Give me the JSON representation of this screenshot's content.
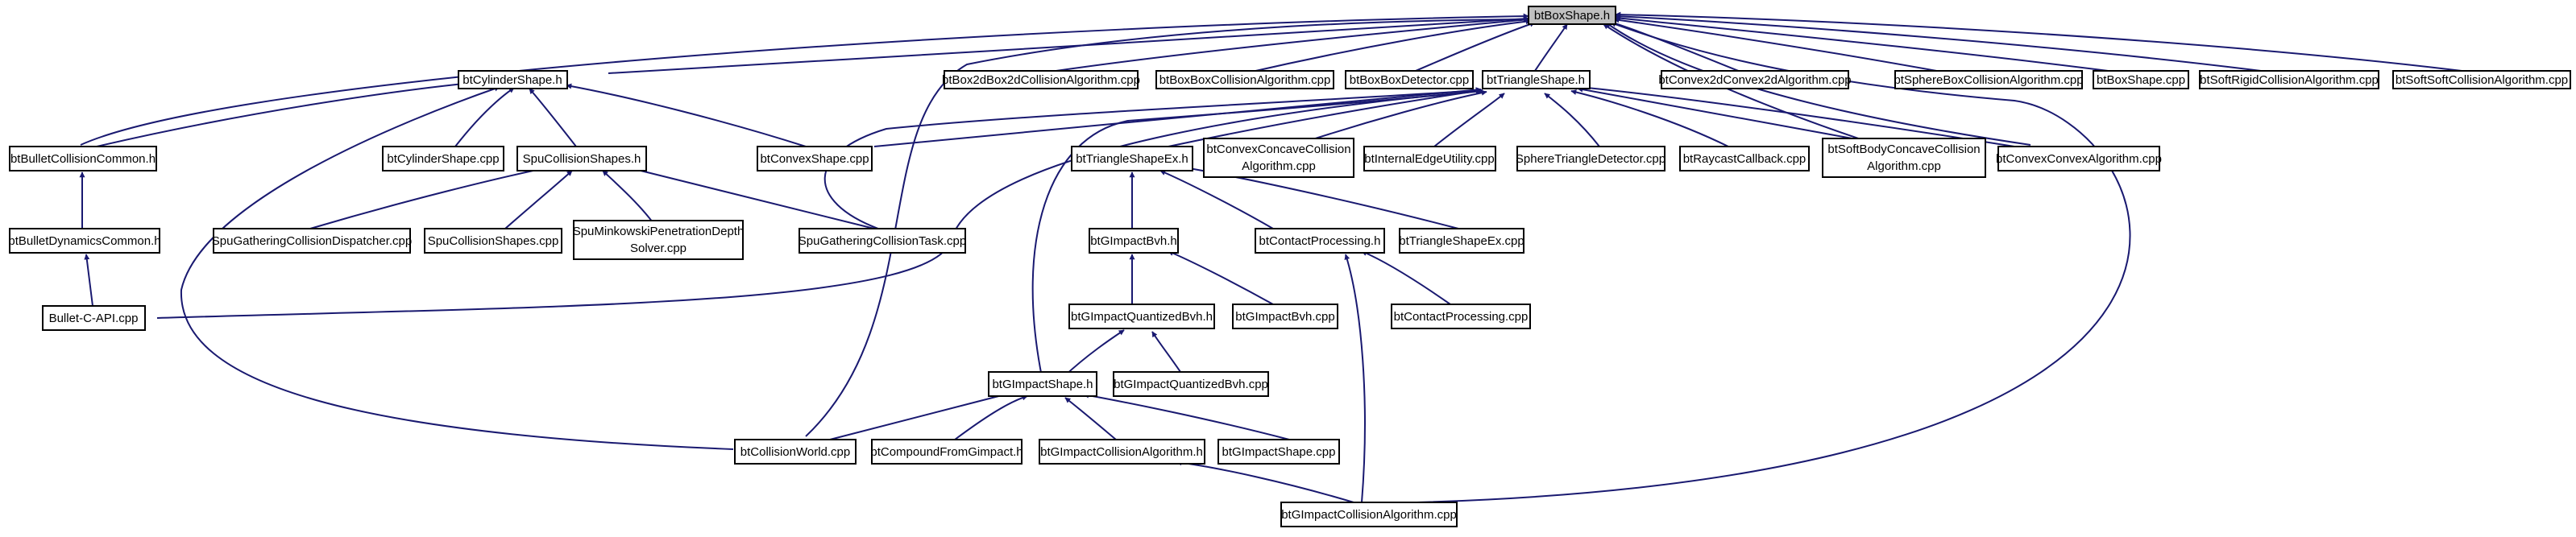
{
  "colors": {
    "edge": "#191970",
    "node_border": "#000000",
    "node_fill": "#ffffff",
    "root_fill": "#c0c0c0"
  },
  "nodes": {
    "btBoxShape_h": "btBoxShape.h",
    "btCylinderShape_h": "btCylinderShape.h",
    "btBox2dBox2dCollisionAlgorithm_cpp": "btBox2dBox2dCollisionAlgorithm.cpp",
    "btBoxBoxCollisionAlgorithm_cpp": "btBoxBoxCollisionAlgorithm.cpp",
    "btBoxBoxDetector_cpp": "btBoxBoxDetector.cpp",
    "btTriangleShape_h": "btTriangleShape.h",
    "btConvex2dConvex2dAlgorithm_cpp": "btConvex2dConvex2dAlgorithm.cpp",
    "btSphereBoxCollisionAlgorithm_cpp": "btSphereBoxCollisionAlgorithm.cpp",
    "btBoxShape_cpp": "btBoxShape.cpp",
    "btSoftRigidCollisionAlgorithm_cpp": "btSoftRigidCollisionAlgorithm.cpp",
    "btSoftSoftCollisionAlgorithm_cpp": "btSoftSoftCollisionAlgorithm.cpp",
    "btBulletCollisionCommon_h": "btBulletCollisionCommon.h",
    "btCylinderShape_cpp": "btCylinderShape.cpp",
    "SpuCollisionShapes_h": "SpuCollisionShapes.h",
    "btConvexShape_cpp": "btConvexShape.cpp",
    "btTriangleShapeEx_h": "btTriangleShapeEx.h",
    "btConvexConcaveCollisionAlgorithm_cpp": [
      "btConvexConcaveCollision",
      "Algorithm.cpp"
    ],
    "btInternalEdgeUtility_cpp": "btInternalEdgeUtility.cpp",
    "SphereTriangleDetector_cpp": "SphereTriangleDetector.cpp",
    "btRaycastCallback_cpp": "btRaycastCallback.cpp",
    "btSoftBodyConcaveCollisionAlgorithm_cpp": [
      "btSoftBodyConcaveCollision",
      "Algorithm.cpp"
    ],
    "btConvexConvexAlgorithm_cpp": "btConvexConvexAlgorithm.cpp",
    "btBulletDynamicsCommon_h": "btBulletDynamicsCommon.h",
    "SpuGatheringCollisionDispatcher_cpp": "SpuGatheringCollisionDispatcher.cpp",
    "SpuCollisionShapes_cpp": "SpuCollisionShapes.cpp",
    "SpuMinkowskiPenetrationDepthSolver_cpp": [
      "SpuMinkowskiPenetrationDepth",
      "Solver.cpp"
    ],
    "SpuGatheringCollisionTask_cpp": "SpuGatheringCollisionTask.cpp",
    "btGImpactBvh_h": "btGImpactBvh.h",
    "btContactProcessing_h": "btContactProcessing.h",
    "btTriangleShapeEx_cpp": "btTriangleShapeEx.cpp",
    "Bullet_C_API_cpp": "Bullet-C-API.cpp",
    "btGImpactQuantizedBvh_h": "btGImpactQuantizedBvh.h",
    "btGImpactBvh_cpp": "btGImpactBvh.cpp",
    "btContactProcessing_cpp": "btContactProcessing.cpp",
    "btGImpactShape_h": "btGImpactShape.h",
    "btGImpactQuantizedBvh_cpp": "btGImpactQuantizedBvh.cpp",
    "btCollisionWorld_cpp": "btCollisionWorld.cpp",
    "btCompoundFromGimpact_h": "btCompoundFromGimpact.h",
    "btGImpactCollisionAlgorithm_h": "btGImpactCollisionAlgorithm.h",
    "btGImpactShape_cpp": "btGImpactShape.cpp",
    "btGImpactCollisionAlgorithm_cpp": "btGImpactCollisionAlgorithm.cpp"
  }
}
